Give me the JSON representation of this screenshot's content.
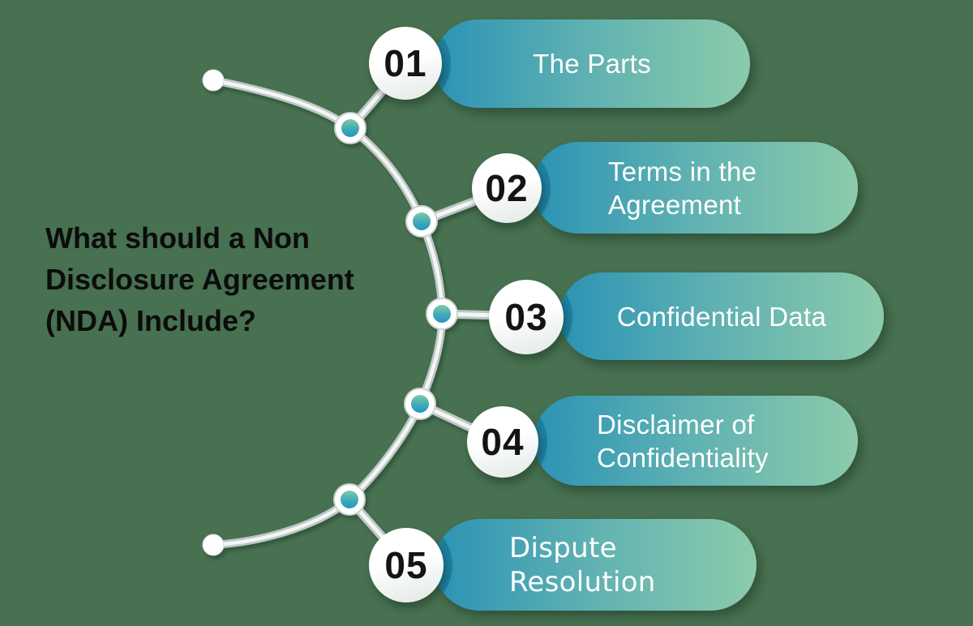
{
  "title": {
    "text": "What should a Non\nDisclosure Agreement\n(NDA) Include?"
  },
  "items": [
    {
      "number": "01",
      "label": "The Parts"
    },
    {
      "number": "02",
      "label": "Terms in the\nAgreement"
    },
    {
      "number": "03",
      "label": "Confidential Data"
    },
    {
      "number": "04",
      "label": "Disclaimer of\nConfidentiality"
    },
    {
      "number": "05",
      "label": "Dispute\nResolution"
    }
  ],
  "colors": {
    "background": "#477150",
    "pill_gradient_left": "#2B93B4",
    "pill_gradient_right": "#8CCBAB",
    "pill_edge_ring": "#1E7F9D",
    "label_text": "#FFFFFF",
    "number_text": "#141414",
    "title_text": "#0C0C0C",
    "spine_silver": "#BCC7C6",
    "spine_highlight": "#F3F6F5",
    "node_green": "#7FCAA3",
    "node_blue": "#2396C1"
  }
}
